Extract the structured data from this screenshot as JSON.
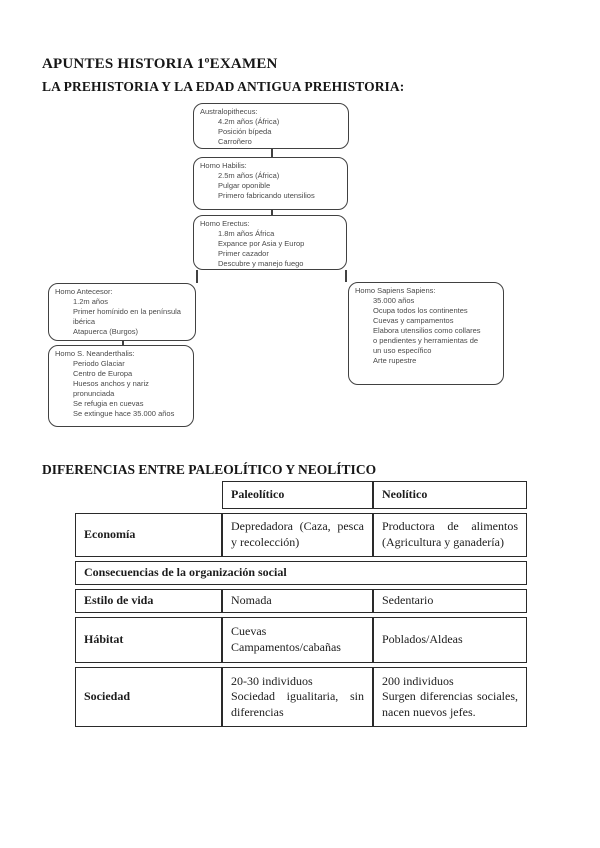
{
  "page": {
    "title": "APUNTES HISTORIA 1ºEXAMEN",
    "subtitle": "LA PREHISTORIA Y LA EDAD ANTIGUA PREHISTORIA:"
  },
  "colors": {
    "ink": "#1c1c1c",
    "flowchart_border": "#414141",
    "flowchart_text": "#4a4a4a",
    "table_border": "#2a2a2a",
    "background": "#ffffff"
  },
  "flowchart": {
    "boxes": [
      {
        "title": "Australopithecus:",
        "lines": [
          "4.2m años (África)",
          "Posición bípeda",
          "Carroñero"
        ]
      },
      {
        "title": "Homo Habilis:",
        "lines": [
          "2.5m años (África)",
          "Pulgar oponible",
          "Primero fabricando utensilios"
        ]
      },
      {
        "title": "Homo Erectus:",
        "lines": [
          "1.8m años África",
          "Expance por Asia y Europ",
          "Primer cazador",
          "Descubre y manejo fuego"
        ]
      },
      {
        "title": "Homo Antecesor:",
        "lines": [
          "1.2m años",
          "Primer homínido en la península",
          "ibérica",
          "Atapuerca (Burgos)"
        ]
      },
      {
        "title": "Homo S. Neanderthalis:",
        "lines": [
          "Periodo Glaciar",
          "Centro de Europa",
          "Huesos anchos y nariz",
          "pronunciada",
          "Se refugia en cuevas",
          "Se extingue hace 35.000 años"
        ]
      },
      {
        "title": "Homo Sapiens Sapiens:",
        "lines": [
          "35.000 años",
          "Ocupa todos los continentes",
          "Cuevas y campamentos",
          "Elabora utensilios como collares",
          "o pendientes y herramientas de",
          "un uso específico",
          "Arte rupestre"
        ]
      }
    ]
  },
  "comparison": {
    "title": "DIFERENCIAS ENTRE PALEOLÍTICO Y NEOLÍTICO",
    "columns": [
      "Paleolítico",
      "Neolítico"
    ],
    "rows": [
      {
        "label": "Economía",
        "paleolitico": "Depredadora (Caza, pesca y recolección)",
        "neolitico": "Productora de alimentos (Agricultura y ganadería)"
      },
      {
        "section": "Consecuencias  de la organización social"
      },
      {
        "label": "Estilo de vida",
        "paleolitico": "Nomada",
        "neolitico": "Sedentario"
      },
      {
        "label": "Hábitat",
        "paleolitico": "Cuevas\nCampamentos/cabañas",
        "neolitico": "Poblados/Aldeas"
      },
      {
        "label": "Sociedad",
        "paleolitico": "20-30 individuos\nSociedad igualitaria, sin diferencias",
        "neolitico": "200 individuos\nSurgen diferencias sociales, nacen nuevos jefes."
      }
    ]
  }
}
